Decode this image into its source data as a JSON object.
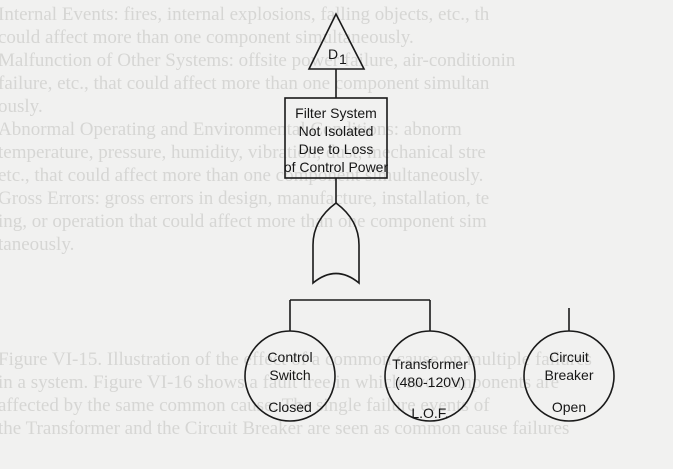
{
  "background_text": [
    "Internal Events: fires, internal explosions, falling objects, etc., th",
    "could affect more than one component simultaneously.",
    "Malfunction of Other Systems: offsite power failure, air-conditionin",
    "failure, etc., that could affect more than one component simultan",
    "ously.",
    "Abnormal Operating and Environmental Conditions: abnorm",
    "temperature, pressure, humidity, vibration, dust, mechanical stre",
    "etc., that could affect more than one component simultaneously.",
    "Gross Errors: gross errors in design, manufacture, installation, te",
    "ing, or operation that could affect more than one component sim",
    "taneously.",
    "",
    "",
    "Figure VI-15. Illustration of the effect of a common cause on multiple failures",
    "in a system. Figure VI-16 shows a fault tree in which two components are",
    "affected by the same common cause. The single failure events of",
    "the Transformer and the Circuit Breaker are seen as common cause failures"
  ],
  "top_event": {
    "label": "D",
    "subscript": "1"
  },
  "intermediate_event": {
    "lines": [
      "Filter System",
      "Not Isolated",
      "Due to Loss",
      "of Control Power"
    ]
  },
  "basic_events": [
    {
      "lines": [
        "Control",
        "Switch"
      ],
      "state": "Closed"
    },
    {
      "lines": [
        "Transformer",
        "(480-120V)"
      ],
      "state": "L.O.F."
    },
    {
      "lines": [
        "Circuit",
        "Breaker"
      ],
      "state": "Open"
    }
  ]
}
